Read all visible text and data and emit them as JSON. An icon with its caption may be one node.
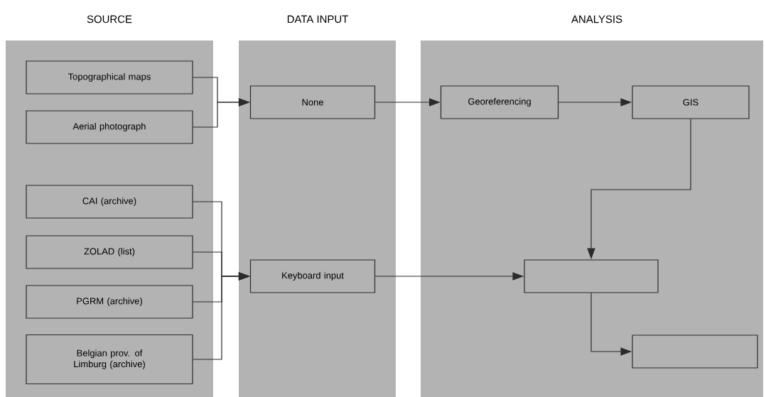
{
  "diagram": {
    "nodes": [
      {
        "text": [
          "SOURCE"
        ]
      },
      {
        "text": [
          "DATA INPUT"
        ]
      },
      {
        "text": [
          "ANALYSIS"
        ]
      },
      {
        "text": [
          "Topographical maps"
        ],
        "in": 0
      },
      {
        "text": [
          "Aerial photograph"
        ],
        "in": 0
      },
      {
        "text": [
          "CAI (archive)"
        ],
        "in": 0
      },
      {
        "text": [
          "ZOLAD (list)"
        ],
        "in": 0
      },
      {
        "text": [
          "PGRM (archive)"
        ],
        "in": 0
      },
      {
        "text": [
          "Belgian prov. of Limburg (archive)"
        ],
        "in": 0
      },
      {
        "text": [
          "None"
        ],
        "in": 1
      },
      {
        "text": [
          "Keyboard input"
        ],
        "in": 1
      },
      {
        "text": [
          "Georeferencing"
        ],
        "in": 2
      },
      {
        "text": [
          "GIS"
        ],
        "in": 2
      },
      {
        "text": [],
        "shape": "box",
        "in": 2
      },
      {
        "text": [],
        "shape": "box",
        "in": 2
      }
    ],
    "edges": [
      {
        "from": 3,
        "to": 9,
        "arrow": "to"
      },
      {
        "from": 4,
        "to": 9,
        "arrow": "to"
      },
      {
        "from": 5,
        "to": 10,
        "arrow": "to"
      },
      {
        "from": 6,
        "to": 10,
        "arrow": "to"
      },
      {
        "from": 7,
        "to": 10,
        "arrow": "to"
      },
      {
        "from": 8,
        "to": 10,
        "arrow": "to"
      },
      {
        "from": 9,
        "to": 11,
        "arrow": "to"
      },
      {
        "from": 11,
        "to": 12,
        "arrow": "to"
      },
      {
        "from": 12,
        "to": 13,
        "arrow": "to"
      },
      {
        "from": 10,
        "to": 13,
        "arrow": "to"
      },
      {
        "from": 13,
        "to": 14,
        "arrow": "to"
      }
    ]
  }
}
